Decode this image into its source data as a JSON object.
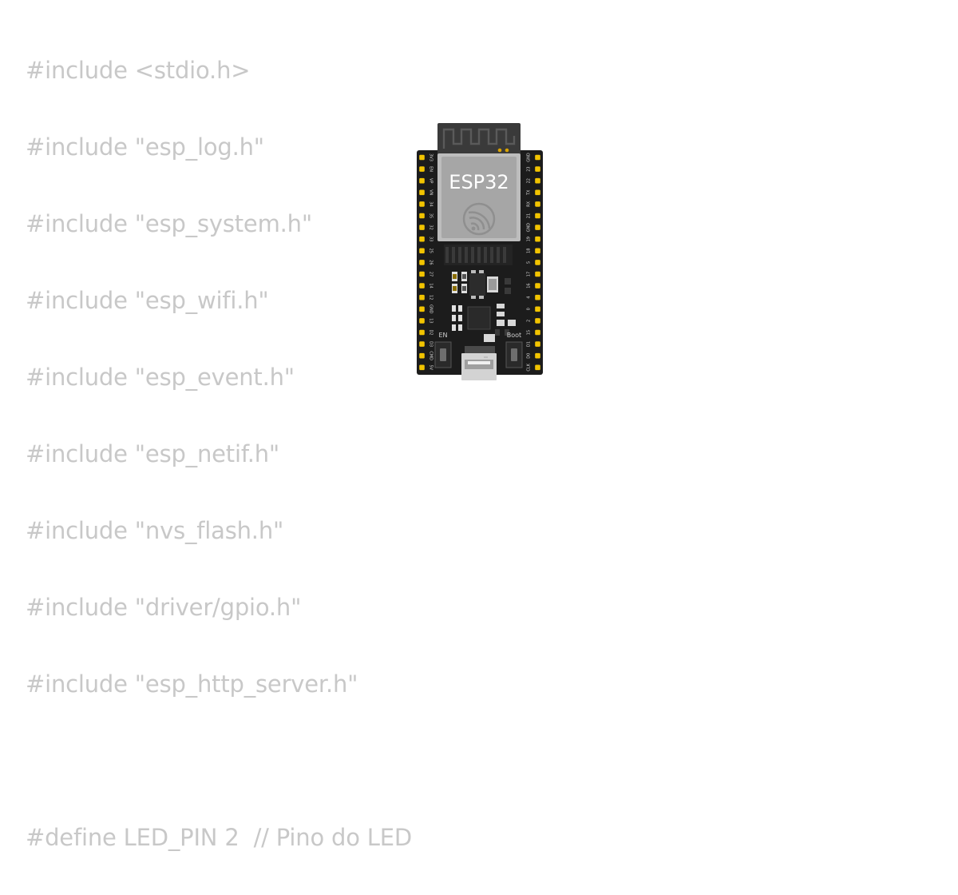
{
  "code": {
    "lines": [
      "#include <stdio.h>",
      "#include \"esp_log.h\"",
      "#include \"esp_system.h\"",
      "#include \"esp_wifi.h\"",
      "#include \"esp_event.h\"",
      "#include \"esp_netif.h\"",
      "#include \"nvs_flash.h\"",
      "#include \"driver/gpio.h\"",
      "#include \"esp_http_server.h\"",
      "",
      "#define LED_PIN 2  // Pino do LED"
    ],
    "color": "#c8c8c8"
  },
  "board": {
    "module_label": "ESP32",
    "logo_icon": "espressif-logo-icon",
    "en_label": "EN",
    "boot_label": "Boot",
    "left_pins": [
      "3V3",
      "EN",
      "VP",
      "VN",
      "34",
      "35",
      "32",
      "33",
      "25",
      "26",
      "27",
      "14",
      "12",
      "GND",
      "13",
      "D2",
      "D3",
      "CMD",
      "5V"
    ],
    "right_pins": [
      "GND",
      "23",
      "22",
      "TX",
      "RX",
      "21",
      "GND",
      "19",
      "18",
      "5",
      "17",
      "16",
      "4",
      "0",
      "2",
      "15",
      "D1",
      "D0",
      "CLK"
    ],
    "colors": {
      "pcb": "#1c1c1c",
      "pin": "#f2c400",
      "module_shield": "#a6a6a6",
      "antenna": "#3a3a3a"
    }
  }
}
